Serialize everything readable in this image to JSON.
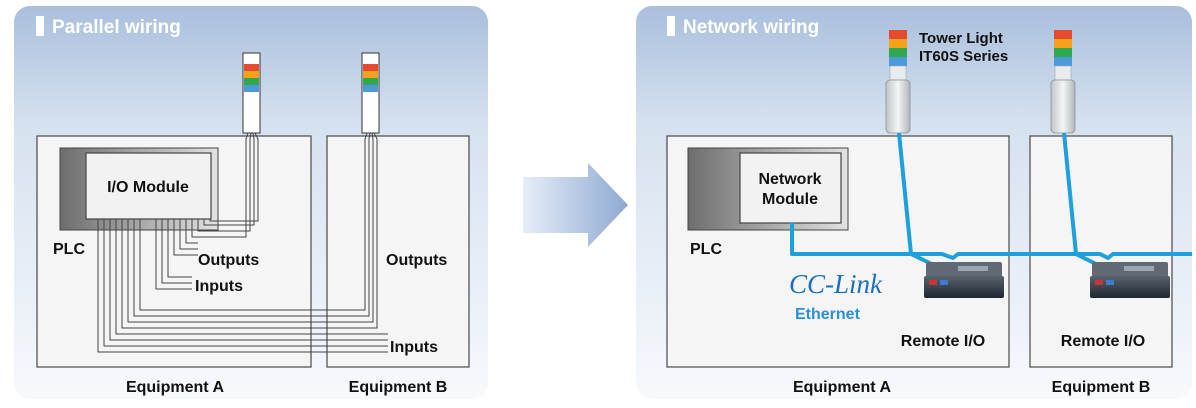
{
  "left_panel": {
    "title": "Parallel wiring",
    "io_module": "I/O Module",
    "plc": "PLC",
    "outputs_a": "Outputs",
    "inputs_a": "Inputs",
    "outputs_b": "Outputs",
    "inputs_b": "Inputs",
    "equipment_a": "Equipment A",
    "equipment_b": "Equipment B"
  },
  "right_panel": {
    "title": "Network wiring",
    "tower_light_line1": "Tower Light",
    "tower_light_line2": "IT60S Series",
    "network_module_line1": "Network",
    "network_module_line2": "Module",
    "plc": "PLC",
    "cclink_logo": "CC-Link",
    "ethernet": "Ethernet",
    "remote_io_a": "Remote I/O",
    "remote_io_b": "Remote I/O",
    "equipment_a": "Equipment A",
    "equipment_b": "Equipment B"
  },
  "colors": {
    "network_cable": "#1ea0dc",
    "cclink_text": "#1a6fc0"
  }
}
